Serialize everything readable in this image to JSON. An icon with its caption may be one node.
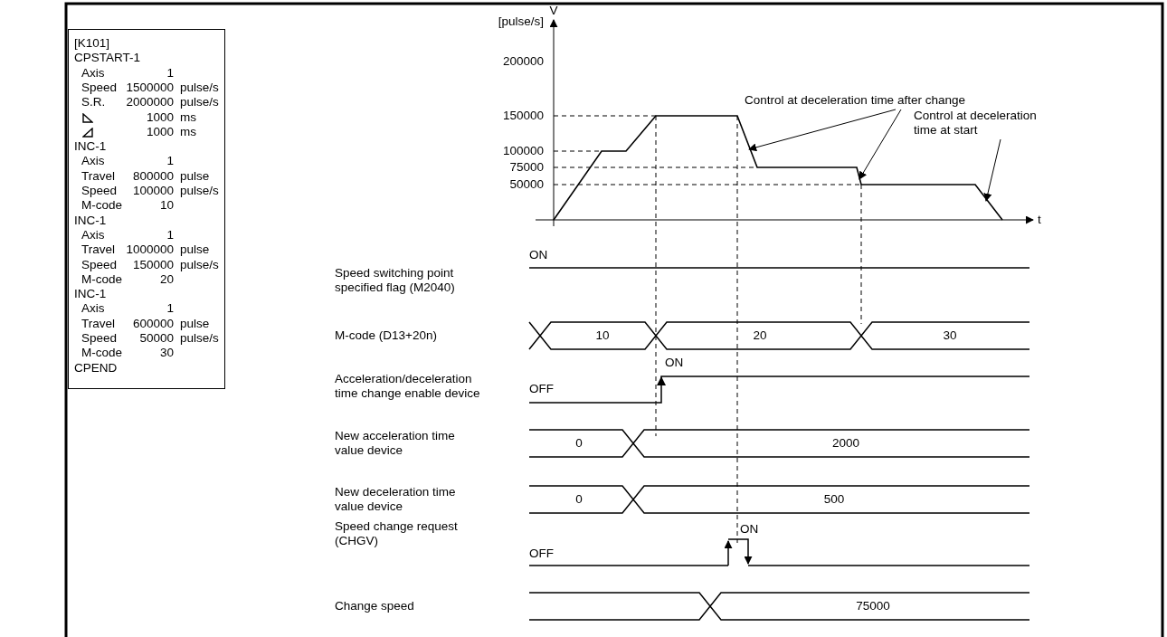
{
  "diagram": {
    "nodes": [
      {
        "text": [
          "[K101]",
          "CPSTART-1",
          "Axis",
          "1",
          "Speed",
          "1500000",
          "pulse/s",
          "S.R.",
          "2000000",
          "pulse/s",
          "1000",
          "ms",
          "1000",
          "ms",
          "INC-1",
          "Axis",
          "1",
          "Travel",
          "800000",
          "pulse",
          "Speed",
          "100000",
          "pulse/s",
          "M-code",
          "10",
          "INC-1",
          "Axis",
          "1",
          "Travel",
          "1000000",
          "pulse",
          "Speed",
          "150000",
          "pulse/s",
          "M-code",
          "20",
          "INC-1",
          "Axis",
          "1",
          "Travel",
          "600000",
          "pulse",
          "Speed",
          "50000",
          "pulse/s",
          "M-code",
          "30",
          "CPEND"
        ]
      },
      {
        "text": [
          "Control at deceleration time after change"
        ]
      },
      {
        "text": [
          "Control at deceleration time at start"
        ]
      }
    ],
    "edges": [
      {
        "from": 1,
        "to": null,
        "arrow": "to"
      },
      {
        "from": 1,
        "to": null,
        "arrow": "to"
      },
      {
        "from": 2,
        "to": null,
        "arrow": "to"
      }
    ],
    "labels": [
      "V",
      "[pulse/s]",
      "200000",
      "150000",
      "100000",
      "75000",
      "50000",
      "t",
      "ON",
      "Speed switching point specified flag (M2040)",
      "M-code (D13+20n)",
      "10",
      "20",
      "30",
      "ON",
      "Acceleration/deceleration time change enable device",
      "OFF",
      "New acceleration time value device",
      "0",
      "2000",
      "New deceleration time value device",
      "0",
      "500",
      "ON",
      "Speed change request (CHGV)",
      "OFF",
      "Change speed",
      "75000"
    ]
  }
}
